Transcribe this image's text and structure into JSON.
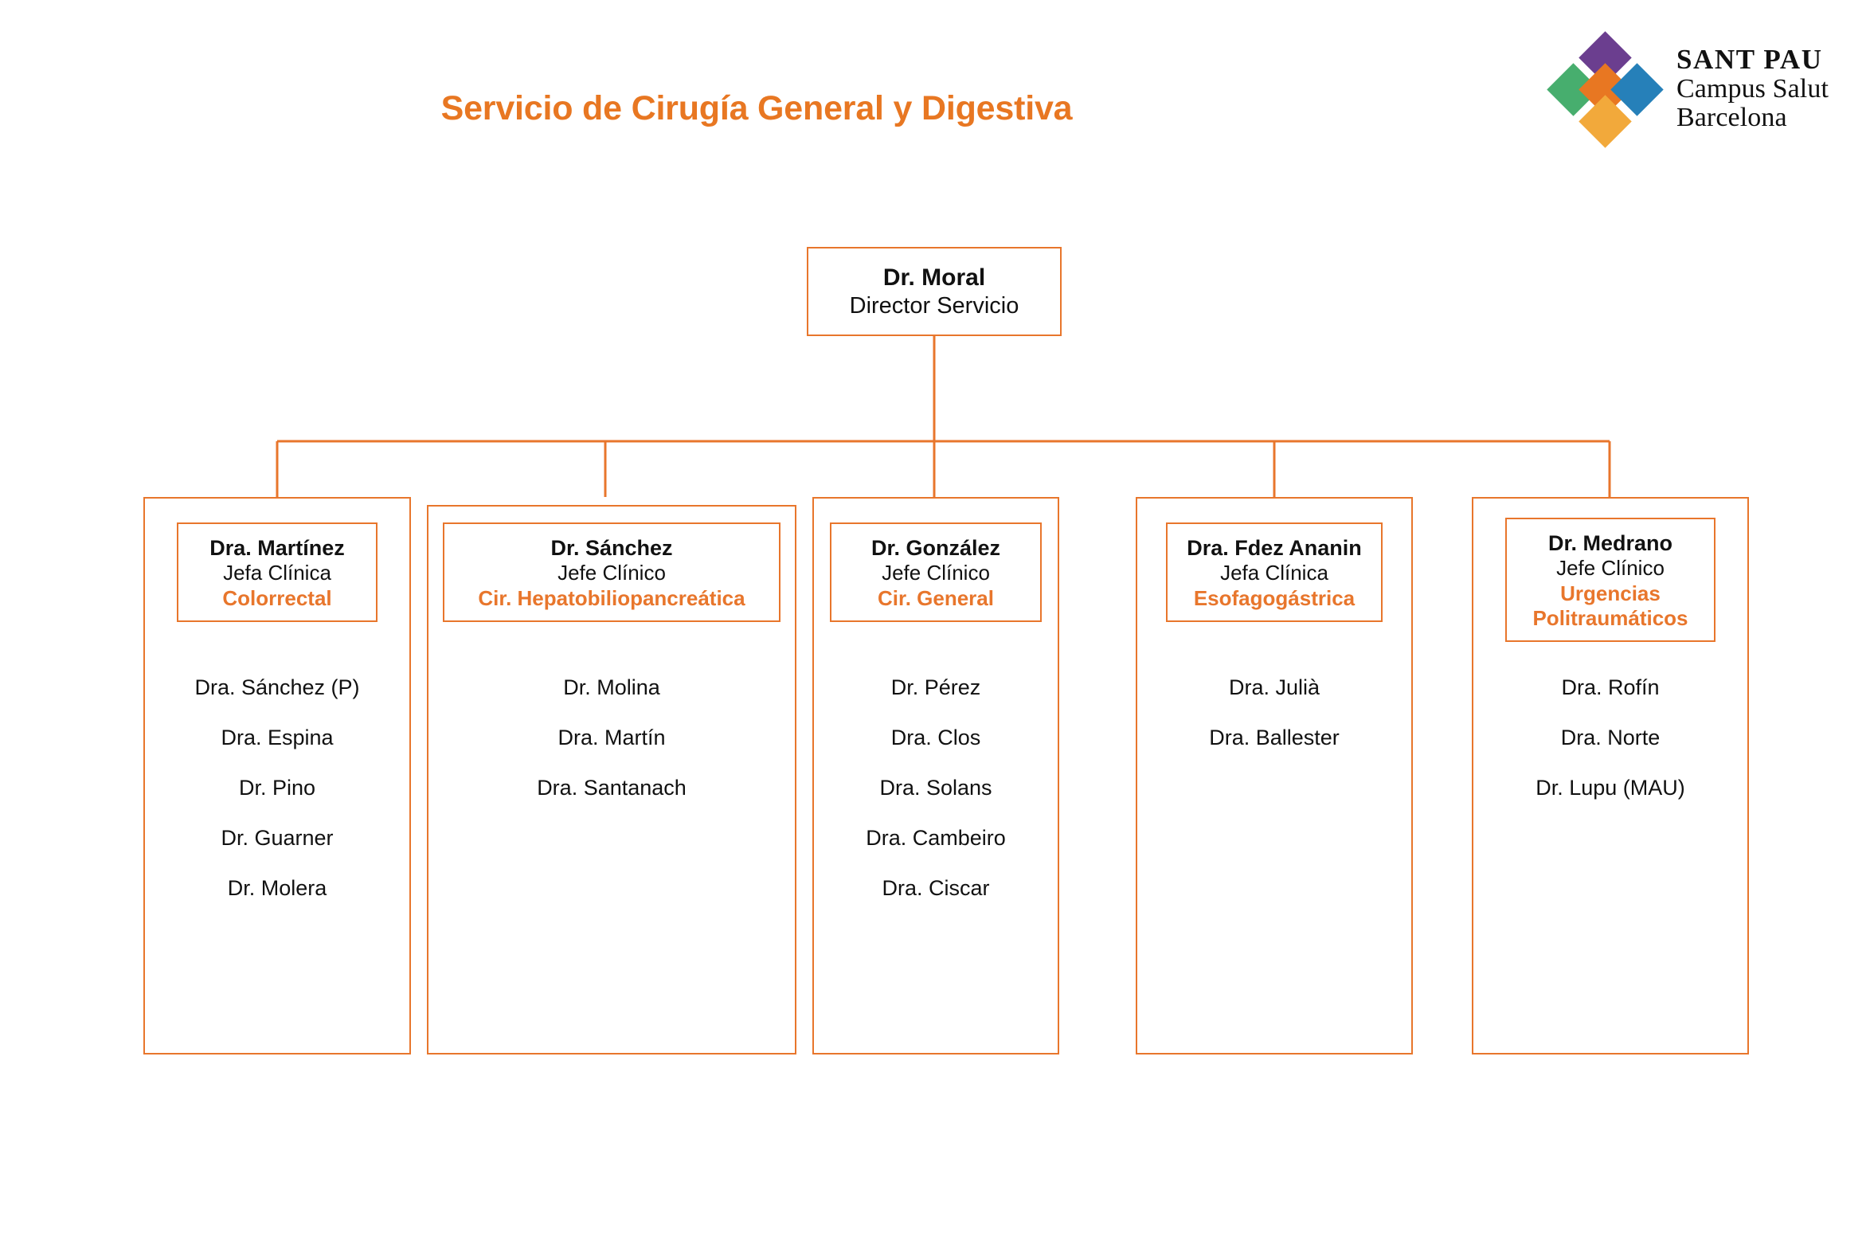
{
  "header": {
    "title": "Servicio de Cirugía General y Digestiva",
    "title_color": "#E87722",
    "logo": {
      "line1": "SANT PAU",
      "line2": "Campus Salut",
      "line3": "Barcelona",
      "diamond_colors": {
        "top": "#6B3E8F",
        "left": "#47AE6E",
        "center": "#E87722",
        "right": "#2680B9",
        "bottom": "#F2A93B"
      }
    }
  },
  "theme": {
    "accent": "#E8762C",
    "border": "#E8762C",
    "text": "#111111",
    "background": "#FFFFFF"
  },
  "chart_data": {
    "type": "diagram",
    "diagram_type": "organizational-chart",
    "title": "Servicio de Cirugía General y Digestiva",
    "root": {
      "name": "Dr. Moral",
      "role": "Director Servicio"
    },
    "units": [
      {
        "name": "Dra. Martínez",
        "role": "Jefa Clínica",
        "specialty": "Colorrectal",
        "specialty_lines": [
          "Colorrectal"
        ],
        "members": [
          "Dra. Sánchez (P)",
          "Dra. Espina",
          "Dr. Pino",
          "Dr. Guarner",
          "Dr. Molera"
        ]
      },
      {
        "name": "Dr. Sánchez",
        "role": "Jefe Clínico",
        "specialty": "Cir. Hepatobiliopancreática",
        "specialty_lines": [
          "Cir. Hepatobiliopancreática"
        ],
        "members": [
          "Dr. Molina",
          "Dra. Martín",
          "Dra. Santanach"
        ]
      },
      {
        "name": "Dr. González",
        "role": "Jefe Clínico",
        "specialty": "Cir. General",
        "specialty_lines": [
          "Cir. General"
        ],
        "members": [
          "Dr. Pérez",
          "Dra. Clos",
          "Dra. Solans",
          "Dra. Cambeiro",
          "Dra. Ciscar"
        ]
      },
      {
        "name": "Dra. Fdez Ananin",
        "role": "Jefa Clínica",
        "specialty": "Esofagogástrica",
        "specialty_lines": [
          "Esofagogástrica"
        ],
        "members": [
          "Dra. Julià",
          "Dra. Ballester"
        ]
      },
      {
        "name": "Dr. Medrano",
        "role": "Jefe Clínico",
        "specialty": "Urgencias Politraumáticos",
        "specialty_lines": [
          "Urgencias",
          "Politraumáticos"
        ],
        "members": [
          "Dra. Rofín",
          "Dra. Norte",
          "Dr. Lupu (MAU)"
        ]
      }
    ]
  }
}
